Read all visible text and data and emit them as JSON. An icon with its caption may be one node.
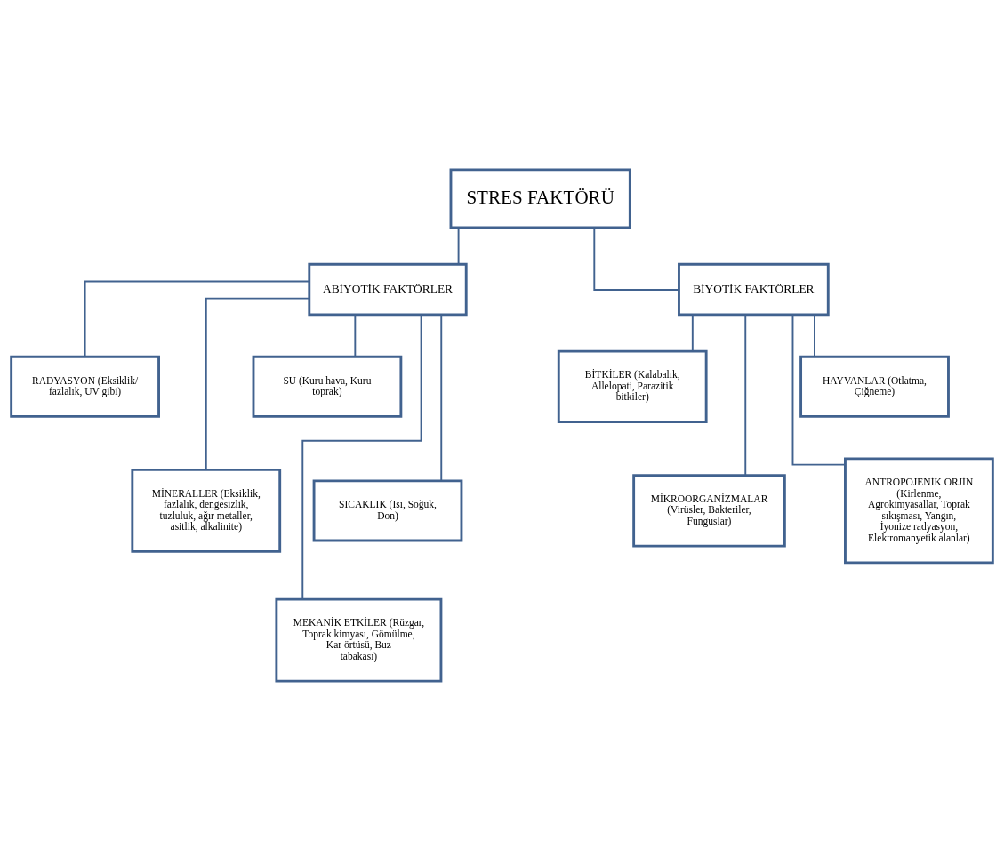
{
  "diagram": {
    "nodes": [
      {
        "text": [
          "STRES FAKTÖRÜ"
        ]
      },
      {
        "text": [
          "ABİYOTİK FAKTÖRLER"
        ]
      },
      {
        "text": [
          "BİYOTİK FAKTÖRLER"
        ]
      },
      {
        "text": [
          "RADYASYON (Eksiklik/ fazlalık, UV gibi)"
        ]
      },
      {
        "text": [
          "SU (Kuru hava, Kuru toprak)"
        ]
      },
      {
        "text": [
          "MİNERALLER (Eksiklik, fazlalık, dengesizlik, tuzluluk, ağır metaller, asitlik, alkalinite)"
        ]
      },
      {
        "text": [
          "SICAKLIK (Isı, Soğuk, Don)"
        ]
      },
      {
        "text": [
          "MEKANİK ETKİLER (Rüzgar, Toprak kimyası, Gömülme, Kar örtüsü, Buz tabakası)"
        ]
      },
      {
        "text": [
          "BİTKİLER (Kalabalık, Allelopati, Parazitik bitkiler)"
        ]
      },
      {
        "text": [
          "HAYVANLAR (Otlatma, Çiğneme)"
        ]
      },
      {
        "text": [
          "MİKROORGANİZMALAR (Virüsler, Bakteriler, Funguslar)"
        ]
      },
      {
        "text": [
          "ANTROPOJENİK ORJİN (Kirlenme, Agrokimyasallar, Toprak sıkışması, Yangın, İyonize radyasyon, Elektromanyetik alanlar)"
        ]
      }
    ],
    "edges": [
      {
        "from": 0,
        "to": 1,
        "arrow": "none"
      },
      {
        "from": 0,
        "to": 2,
        "arrow": "none"
      },
      {
        "from": 1,
        "to": 3,
        "arrow": "none"
      },
      {
        "from": 1,
        "to": 4,
        "arrow": "none"
      },
      {
        "from": 1,
        "to": 5,
        "arrow": "none"
      },
      {
        "from": 1,
        "to": 6,
        "arrow": "none"
      },
      {
        "from": 1,
        "to": 7,
        "arrow": "none"
      },
      {
        "from": 2,
        "to": 8,
        "arrow": "none"
      },
      {
        "from": 2,
        "to": 9,
        "arrow": "none"
      },
      {
        "from": 2,
        "to": 10,
        "arrow": "none"
      },
      {
        "from": 2,
        "to": 11,
        "arrow": "none"
      }
    ]
  }
}
